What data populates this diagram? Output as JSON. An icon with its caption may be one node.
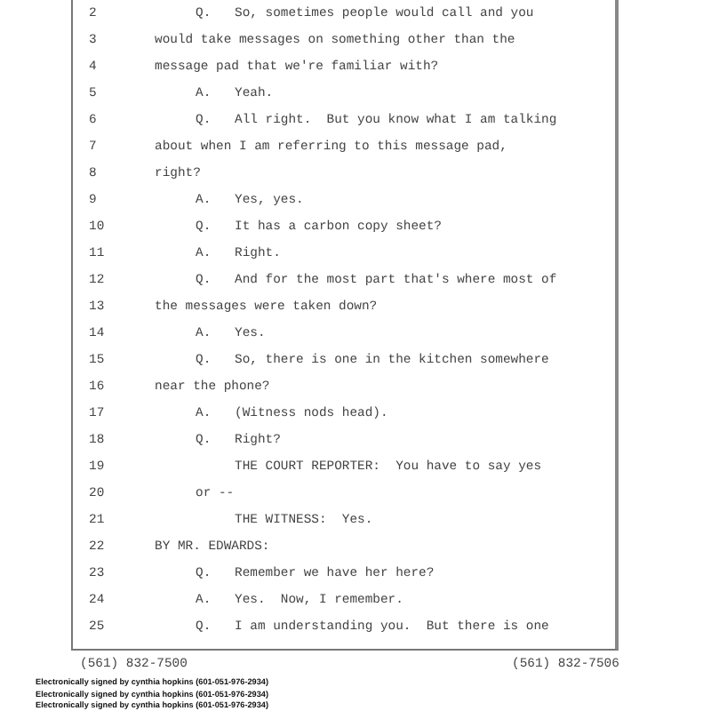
{
  "diagram": {
    "labels": [
      "2",
      "Q.",
      "So, sometimes people would call and you",
      "3",
      "would take messages on something other than the",
      "4",
      "message pad that we're familiar with?",
      "5",
      "A.",
      "Yeah.",
      "6",
      "Q.",
      "All right.  But you know what I am talking",
      "7",
      "about when I am referring to this message pad,",
      "8",
      "right?",
      "9",
      "A.",
      "Yes, yes.",
      "10",
      "Q.",
      "It has a carbon copy sheet?",
      "11",
      "A.",
      "Right.",
      "12",
      "Q.",
      "And for the most part that's where most of",
      "13",
      "the messages were taken down?",
      "14",
      "A.",
      "Yes.",
      "15",
      "Q.",
      "So, there is one in the kitchen somewhere",
      "16",
      "near the phone?",
      "17",
      "A.",
      "(Witness nods head).",
      "18",
      "Q.",
      "Right?",
      "19",
      "THE COURT REPORTER:  You have to say yes",
      "20",
      "or --",
      "21",
      "THE WITNESS:  Yes.",
      "22",
      "BY MR. EDWARDS:",
      "23",
      "Q.",
      "Remember we have her here?",
      "24",
      "A.",
      "Yes.  Now, I remember.",
      "25",
      "Q.",
      "I am understanding you.  But there is one",
      "(561) 832-7500",
      "(561) 832-7506",
      "Electronically signed by cynthia hopkins (601-051-976-2934)",
      "Electronically signed by cynthia hopkins (601-051-976-2934)",
      "Electronically signed by cynthia hopkins (601-051-976-2934)"
    ]
  }
}
